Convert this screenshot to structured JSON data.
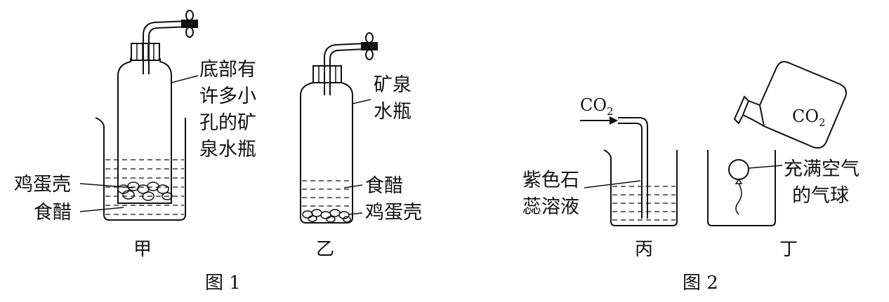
{
  "figure1": {
    "jia": {
      "bottle_label": [
        "底部有",
        "许多小",
        "孔的矿",
        "泉水瓶"
      ],
      "eggshell_label": "鸡蛋壳",
      "vinegar_label": "食醋",
      "caption": "甲"
    },
    "yi": {
      "bottle_label": [
        "矿泉",
        "水瓶"
      ],
      "vinegar_label": "食醋",
      "eggshell_label": "鸡蛋壳",
      "caption": "乙"
    },
    "caption": "图 1"
  },
  "figure2": {
    "bing": {
      "gas_label": "CO",
      "gas_sub": "2",
      "solution_label": [
        "紫色石",
        "蕊溶液"
      ],
      "caption": "丙"
    },
    "ding": {
      "gas_label": "CO",
      "gas_sub": "2",
      "balloon_label": [
        "充满空气",
        "的气球"
      ],
      "caption": "丁"
    },
    "caption": "图 2"
  }
}
